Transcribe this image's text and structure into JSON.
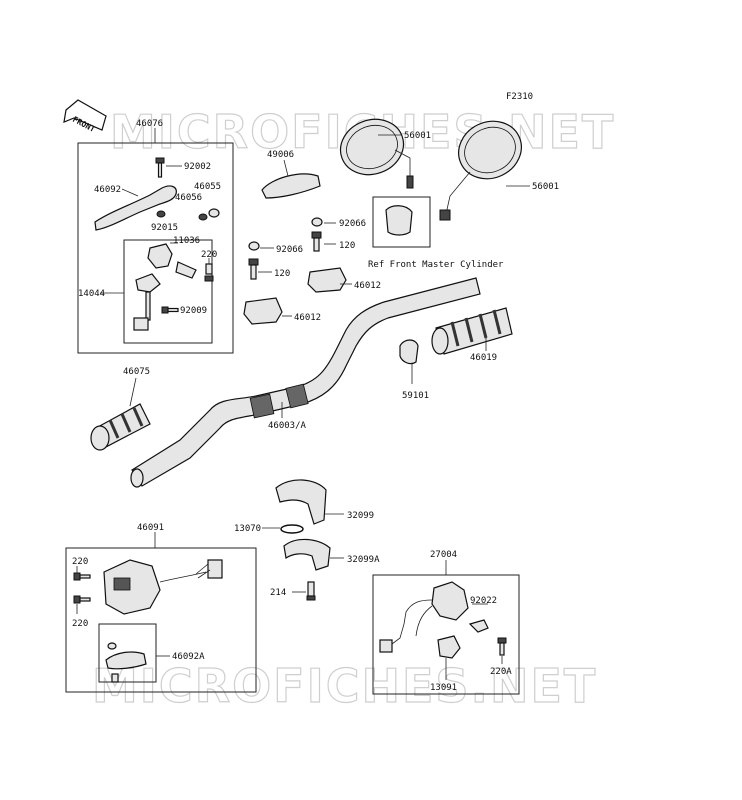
{
  "figure_code": "F2310",
  "front_label": "FRONT",
  "watermark_top": "MICROFICHES.NET",
  "watermark_bottom": "MICROFICHES.NET",
  "ref_note": "Ref Front Master Cylinder",
  "labels": {
    "p46076": "46076",
    "p92002": "92002",
    "p46092": "46092",
    "p46055": "46055",
    "p46056": "46056",
    "p92015": "92015",
    "p11036": "11036",
    "p220_top": "220",
    "p14044": "14044",
    "p92009": "92009",
    "p49006": "49006",
    "p56001_a": "56001",
    "p56001_b": "56001",
    "p92066_a": "92066",
    "p92066_b": "92066",
    "p120_a": "120",
    "p120_b": "120",
    "p46012_a": "46012",
    "p46012_b": "46012",
    "p46019": "46019",
    "p59101": "59101",
    "p46075": "46075",
    "p46003": "46003/A",
    "p32099": "32099",
    "p13070": "13070",
    "p32099A": "32099A",
    "p214": "214",
    "p46091": "46091",
    "p220_l1": "220",
    "p220_l2": "220",
    "p46092A": "46092A",
    "p27004": "27004",
    "p92022": "92022",
    "p220A": "220A",
    "p13091": "13091"
  }
}
